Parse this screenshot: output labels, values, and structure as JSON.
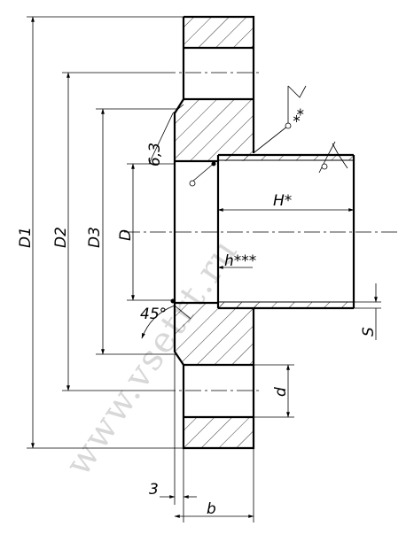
{
  "labels": {
    "d1": "D1",
    "d2": "D2",
    "d3": "D3",
    "d": "D",
    "small_d": "d",
    "b": "b",
    "s": "S",
    "three": "3",
    "h_star": "H*",
    "h_stars": "h***",
    "angle": "45°",
    "radius": "6,3",
    "weld_marks": "**"
  },
  "watermark": "www.vsetrt.ru"
}
